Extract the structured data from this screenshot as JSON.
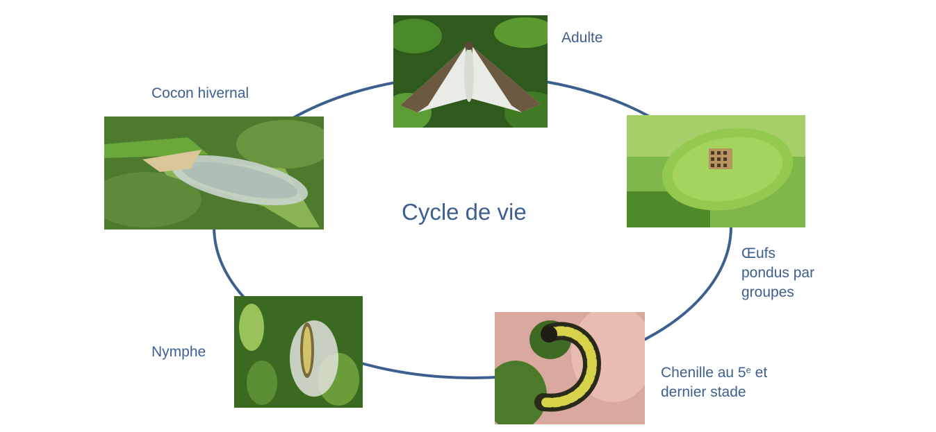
{
  "title": "Cycle de vie",
  "stages": {
    "adult": {
      "label": "Adulte",
      "image_alt": "moth-photo"
    },
    "eggs": {
      "line1": "Œufs",
      "line2": "pondus par",
      "line3": "groupes",
      "image_alt": "eggs-on-leaf-photo"
    },
    "caterpillar": {
      "line1_pre": "Chenille au 5",
      "line1_sup": "e",
      "line1_post": " et",
      "line2": "dernier stade",
      "image_alt": "caterpillar-photo"
    },
    "pupa": {
      "label": "Nymphe",
      "image_alt": "pupa-photo"
    },
    "cocoon": {
      "label": "Cocon hivernal",
      "image_alt": "winter-cocoon-photo"
    }
  },
  "colors": {
    "accent": "#3d5f8f",
    "ring": "#3d5f8f"
  }
}
